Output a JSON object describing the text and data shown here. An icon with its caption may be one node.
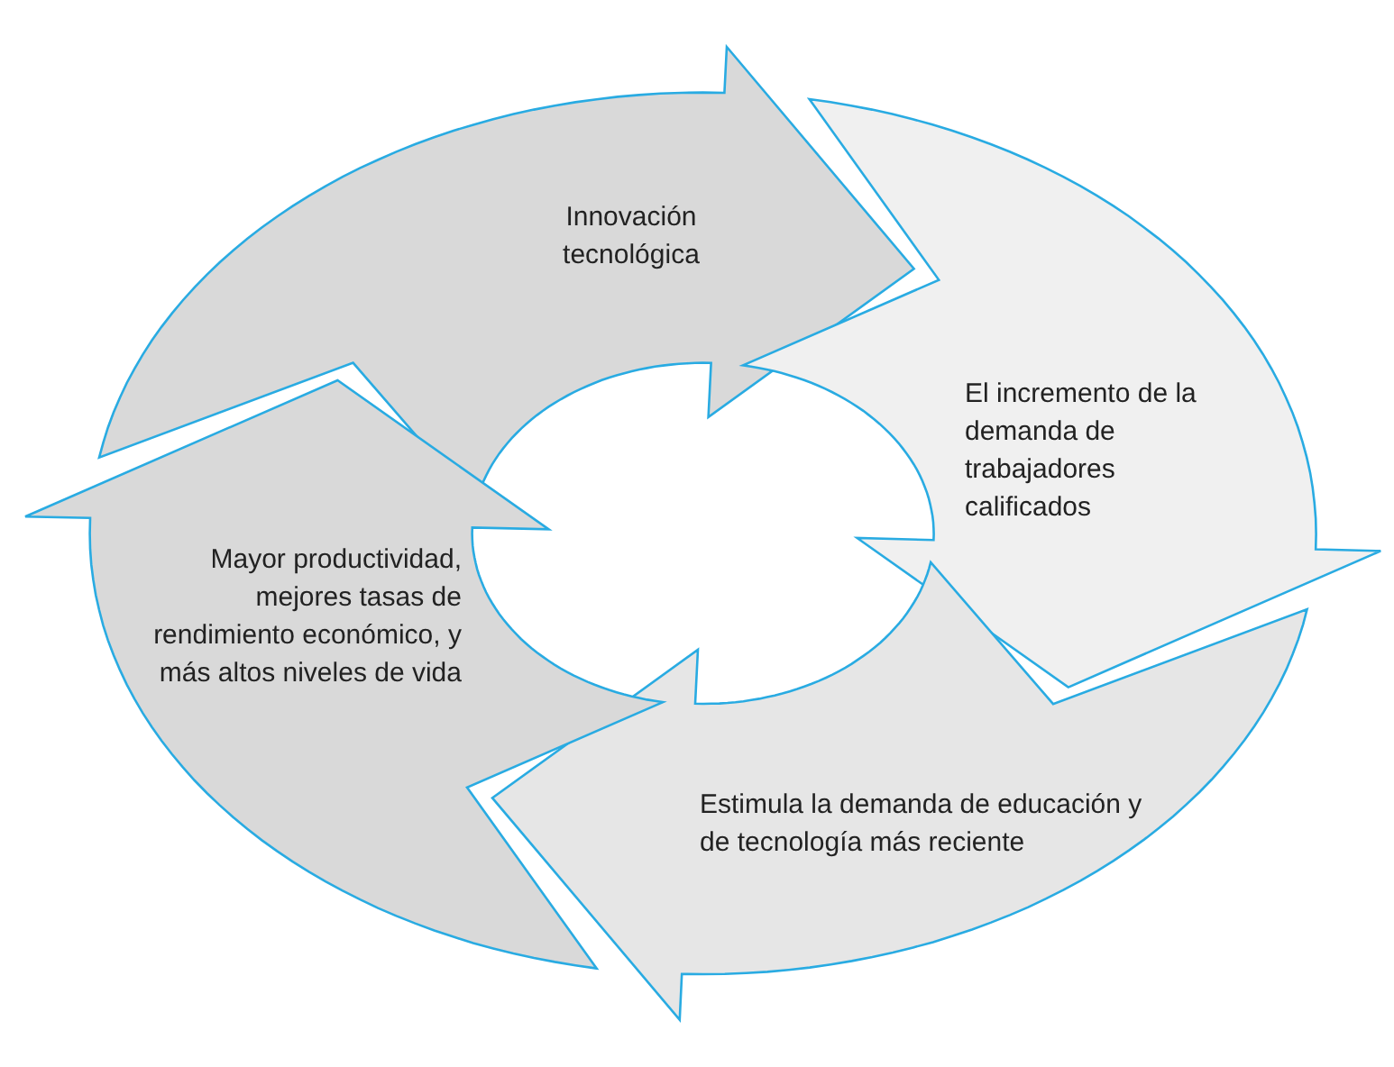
{
  "diagram": {
    "nodes": [
      {
        "text": [
          "Innovación tecnológica"
        ]
      },
      {
        "text": [
          "El incremento de la demanda de trabajadores calificados"
        ]
      },
      {
        "text": [
          "Estimula la demanda de educación y de tecnología más reciente"
        ]
      },
      {
        "text": [
          "Mayor productividad, mejores tasas de rendimiento económico, y más altos niveles de vida"
        ]
      }
    ]
  }
}
